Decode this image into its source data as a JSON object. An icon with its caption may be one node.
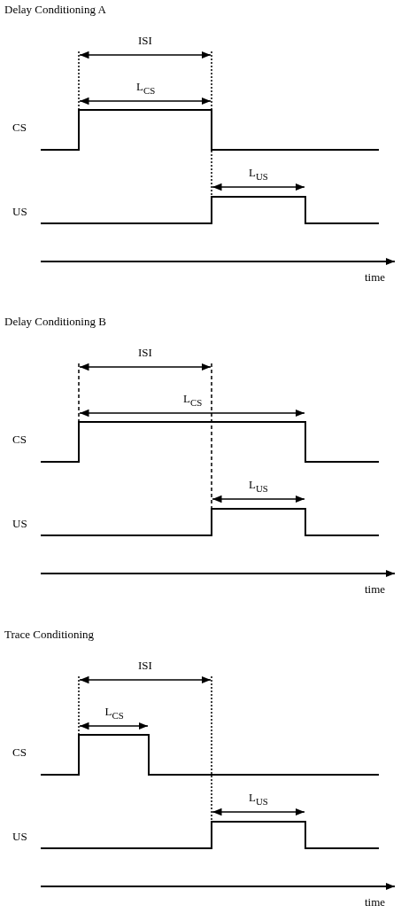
{
  "diagram": {
    "labels": [
      "Delay Conditioning A",
      "ISI",
      "L$_{CS}$",
      "CS",
      "L$_{US}$",
      "US",
      "time",
      "Delay Conditioning B",
      "ISI",
      "L$_{CS}$",
      "CS",
      "L$_{US}$",
      "US",
      "time",
      "Trace Conditioning",
      "ISI",
      "L$_{CS}$",
      "CS",
      "L$_{US}$",
      "US",
      "time"
    ]
  }
}
